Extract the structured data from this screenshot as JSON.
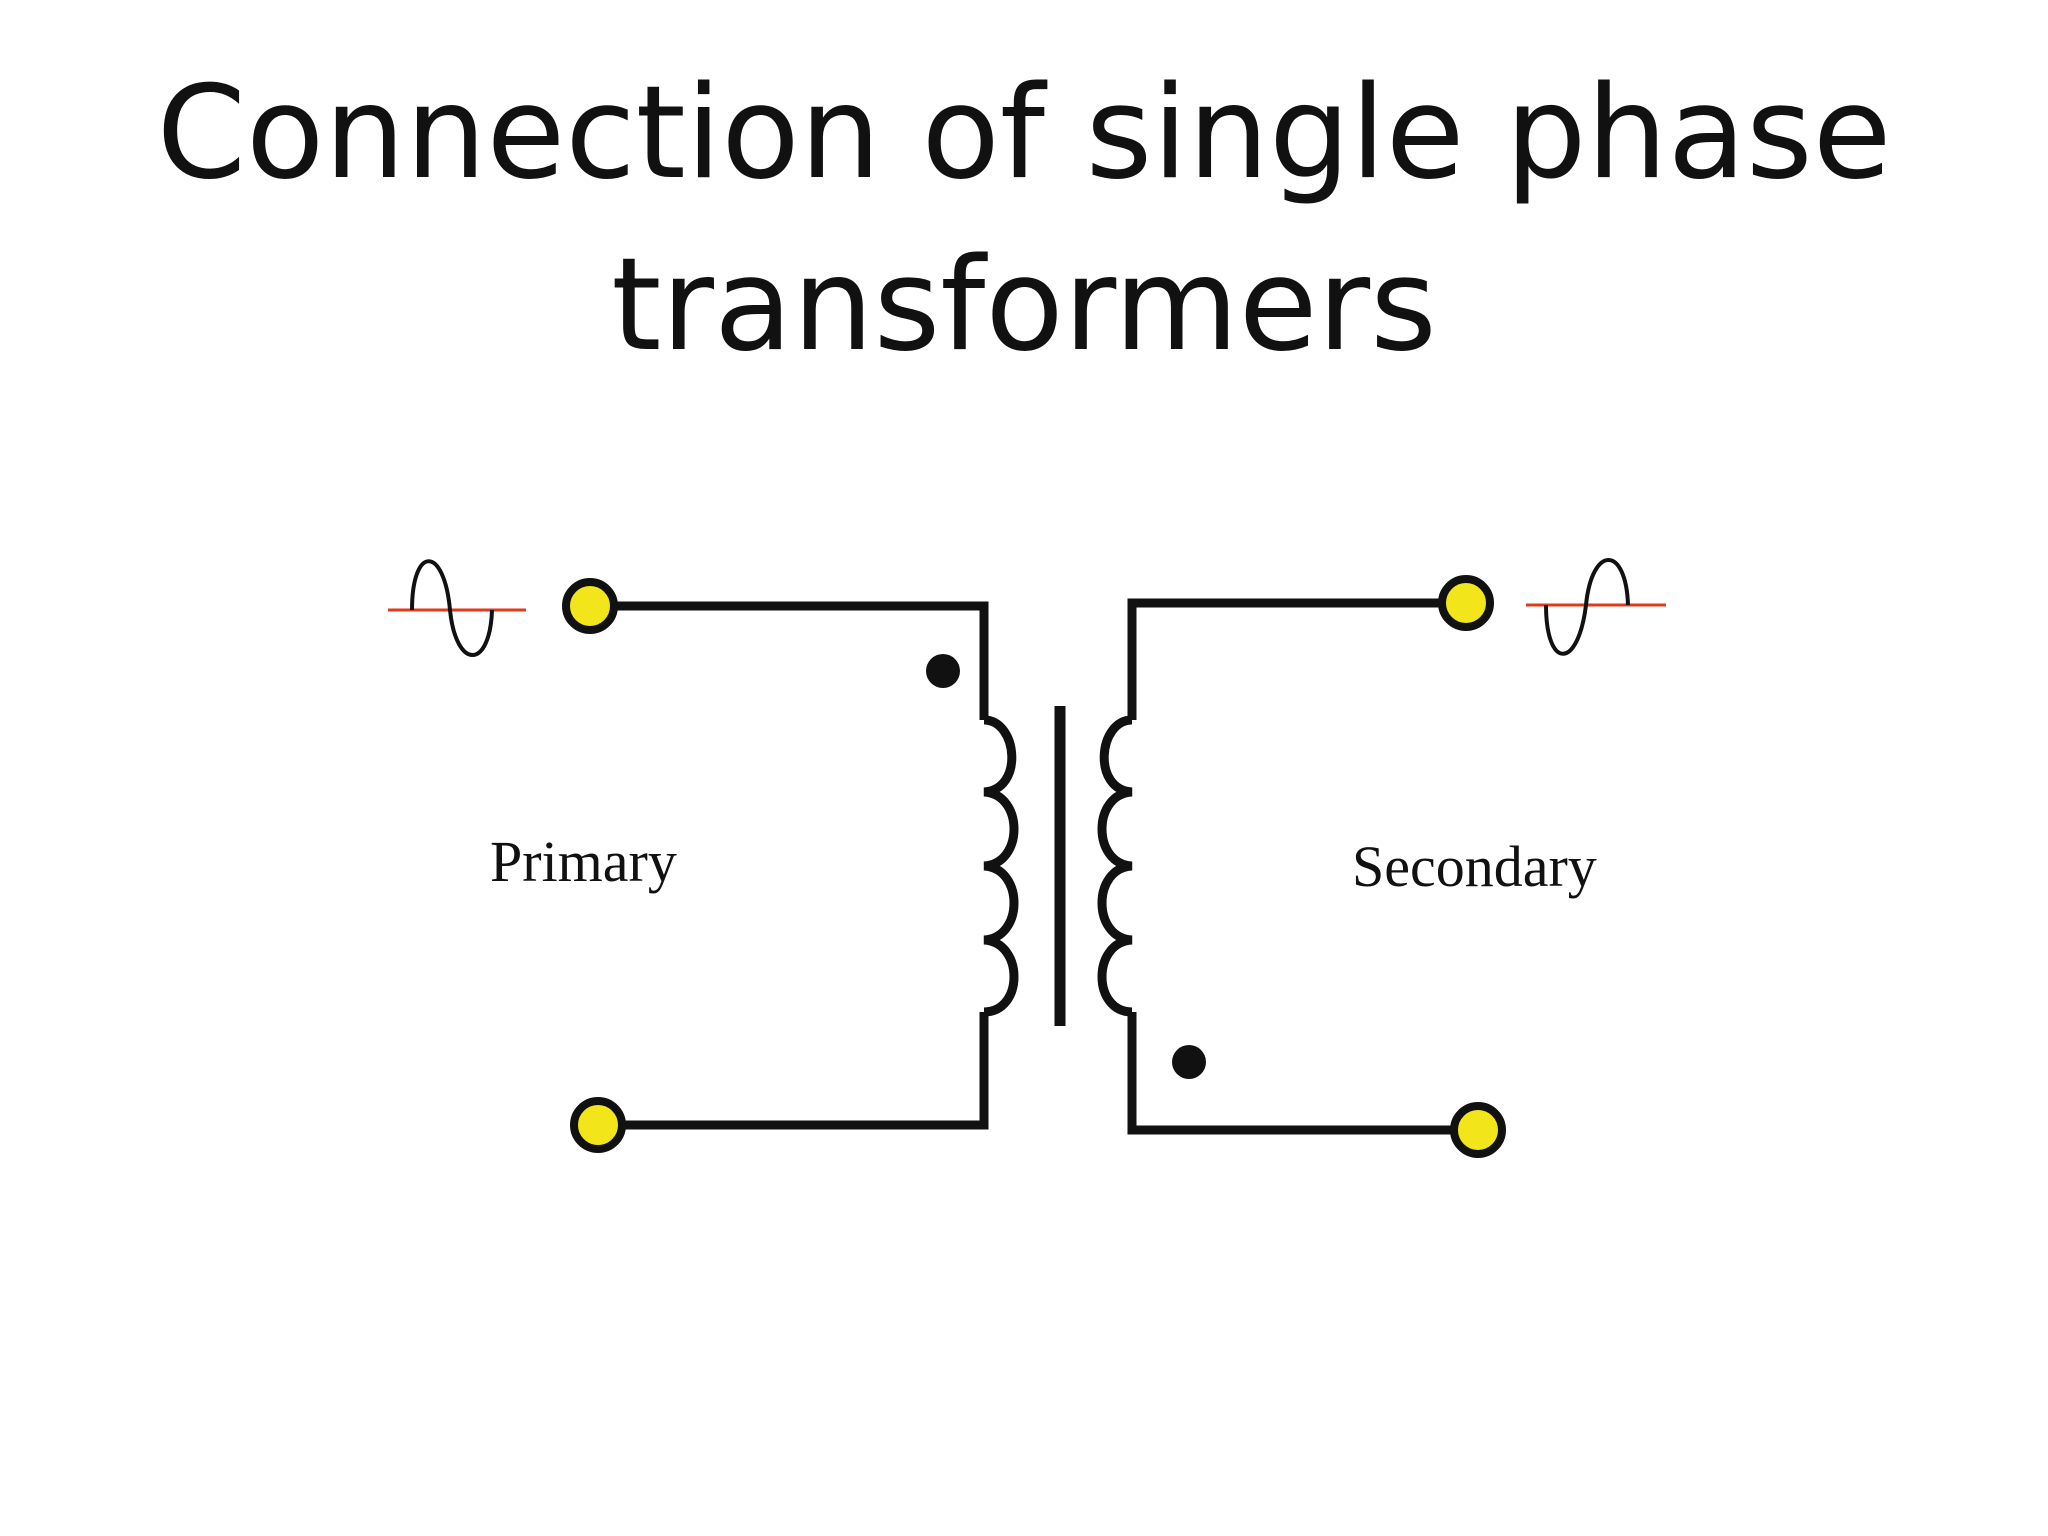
{
  "slide": {
    "title_line1": "Connection of single phase",
    "title_line2": "transformers"
  },
  "diagram": {
    "primary_label": "Primary",
    "secondary_label": "Secondary",
    "colors": {
      "wire": "#111111",
      "terminal_fill": "#f2e61a",
      "terminal_stroke": "#111111",
      "axis_line": "#e03a1a",
      "waveform": "#111111"
    },
    "icons": {
      "primary_source": "sine-wave-icon",
      "secondary_output": "sine-wave-icon",
      "polarity_marks": "polarity-dot-icon"
    }
  }
}
